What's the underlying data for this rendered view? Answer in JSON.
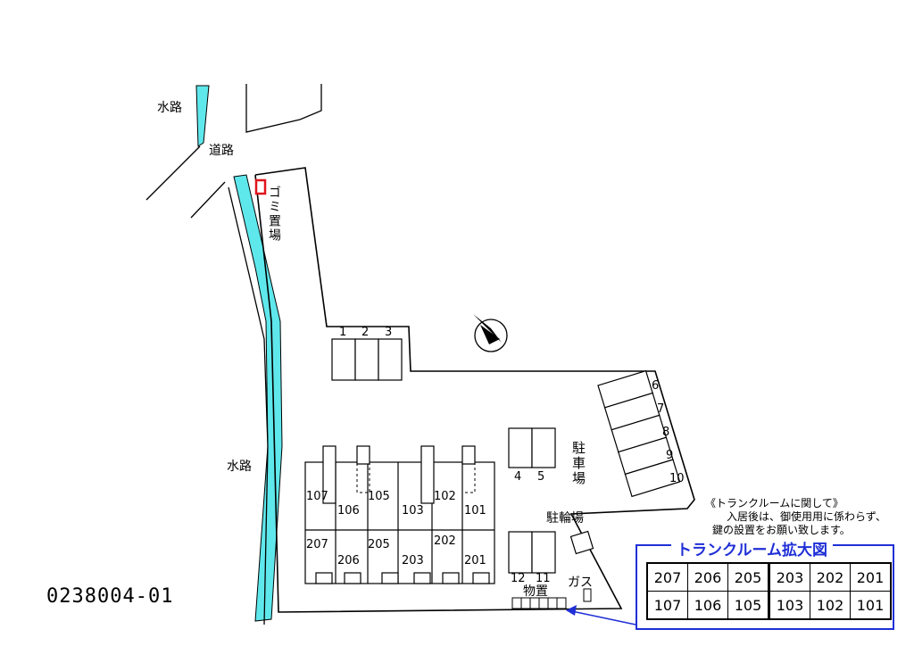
{
  "labels": {
    "waterway": "水路",
    "road": "道路",
    "garbage": "ゴミ置場",
    "parking": "駐車場",
    "bicycle": "駐輪場",
    "storage": "物置",
    "gas": "ガス"
  },
  "code": "0238004-01",
  "parking_numbers": [
    "1",
    "2",
    "3",
    "4",
    "5",
    "6",
    "7",
    "8",
    "9",
    "10",
    "11",
    "12"
  ],
  "units_ground": [
    "107",
    "106",
    "105",
    "103",
    "102",
    "101"
  ],
  "units_upper": [
    "207",
    "206",
    "205",
    "203",
    "202",
    "201"
  ],
  "note": {
    "title": "《トランクルームに関して》",
    "line1": "入居後は、御使用用に係わらず、",
    "line2": "鍵の設置をお願い致します。"
  },
  "trunk": {
    "title": "トランクルーム拡大図",
    "rows": [
      [
        "207",
        "206",
        "205",
        "203",
        "202",
        "201"
      ],
      [
        "107",
        "106",
        "105",
        "103",
        "102",
        "101"
      ]
    ]
  },
  "colors": {
    "water": "#5fe8ec",
    "trunk_accent": "#1f2fd6",
    "garbage_marker": "#e0141c"
  },
  "icons": {
    "compass": "north-arrow-icon"
  }
}
